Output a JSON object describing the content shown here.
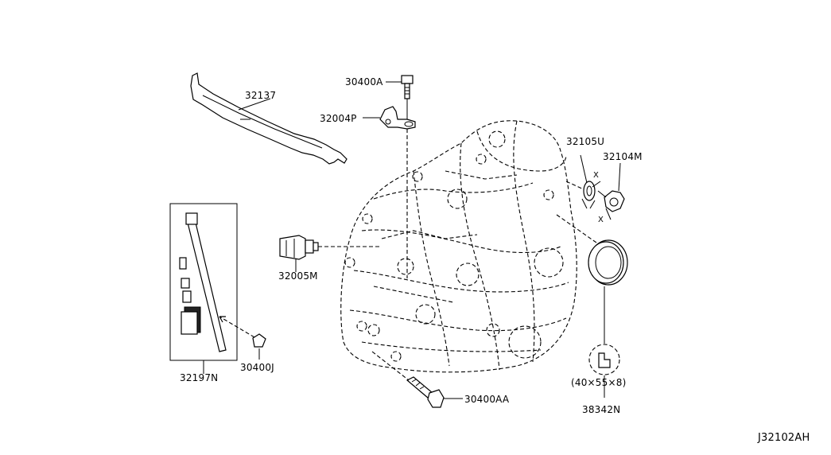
{
  "diagram_id": "J32102AH",
  "labels": {
    "p30400A": "30400A",
    "p32137": "32137",
    "p32004P": "32004P",
    "p32105U": "32105U",
    "p32104M": "32104M",
    "p32005M": "32005M",
    "p32197N": "32197N",
    "p30400J": "30400J",
    "p30400AA": "30400AA",
    "p38342N": "38342N",
    "seal_size": "(40×55×8)",
    "x_mark_1": "X",
    "x_mark_2": "X"
  }
}
